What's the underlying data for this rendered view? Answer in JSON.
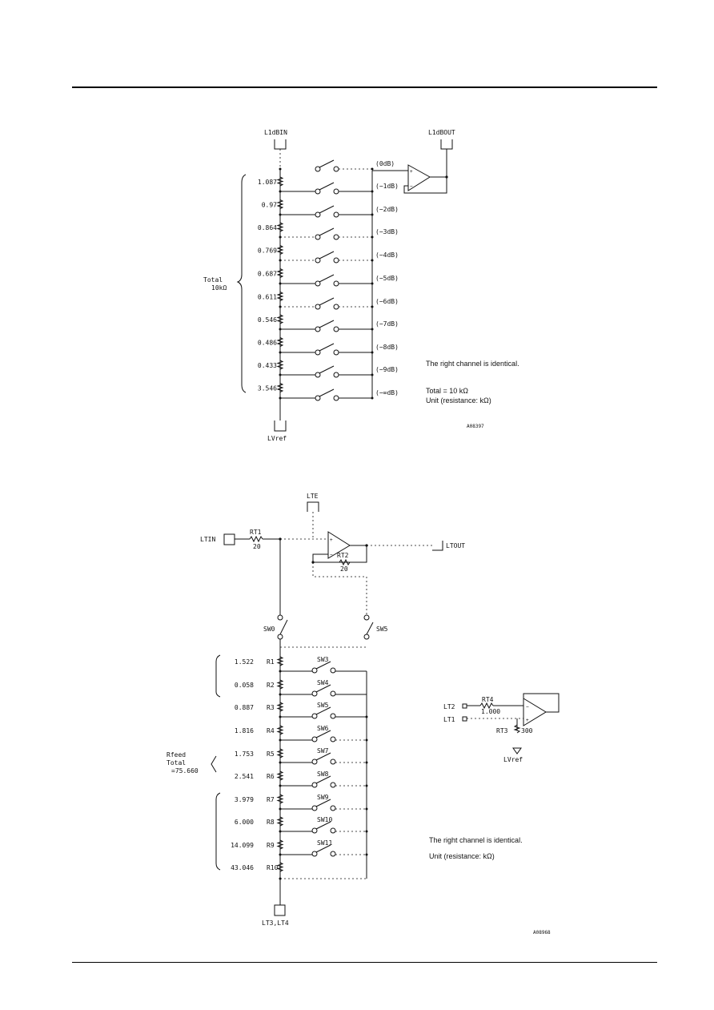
{
  "diagram1": {
    "input_pin": "L1dBIN",
    "output_pin": "L1dBOUT",
    "ref_pin": "LVref",
    "total_label_1": "Total",
    "total_label_2": "10kΩ",
    "resistors": [
      "1.087",
      "0.97",
      "0.864",
      "0.769",
      "0.687",
      "0.611",
      "0.546",
      "0.486",
      "0.433",
      "3.546"
    ],
    "taps": [
      "(0dB)",
      "(−1dB)",
      "(−2dB)",
      "(−3dB)",
      "(−4dB)",
      "(−5dB)",
      "(−6dB)",
      "(−7dB)",
      "(−8dB)",
      "(−9dB)",
      "(−∞dB)"
    ],
    "note_identical": "The right channel is identical.",
    "note_total": "Total = 10 kΩ",
    "note_unit": "Unit (resistance: kΩ)",
    "figure_code": "A08397"
  },
  "diagram2": {
    "input_pin": "LTIN",
    "le_pin": "LTE",
    "output_pin": "LTOUT",
    "rt1_name": "RT1",
    "rt1_value": "20",
    "rt2_name": "RT2",
    "rt2_value": "20",
    "sw_left": "SW0",
    "sw_right": "SW5",
    "resistor_values": [
      "1.522",
      "0.058",
      "0.887",
      "1.816",
      "1.753",
      "2.541",
      "3.979",
      "6.000",
      "14.099",
      "43.046"
    ],
    "resistor_names": [
      "R1",
      "R2",
      "R3",
      "R4",
      "R5",
      "R6",
      "R7",
      "R8",
      "R9",
      "R10"
    ],
    "switch_names": [
      "SW3",
      "SW4",
      "SW5",
      "SW6",
      "SW7",
      "SW8",
      "SW9",
      "SW10",
      "SW11"
    ],
    "rfeed_1": "Rfeed",
    "rfeed_2": "Total",
    "rfeed_3": "=75.660",
    "ref_pins": "LT3,LT4",
    "sub_in1": "LT2",
    "sub_in2": "LT1",
    "rt4_name": "RT4",
    "rt4_value": "1.000",
    "rt3_label": "RT3",
    "rt3_value": "300",
    "sub_ref": "LVref",
    "note_identical": "The right channel is identical.",
    "note_unit": "Unit (resistance: kΩ)",
    "figure_code": "A08968"
  }
}
